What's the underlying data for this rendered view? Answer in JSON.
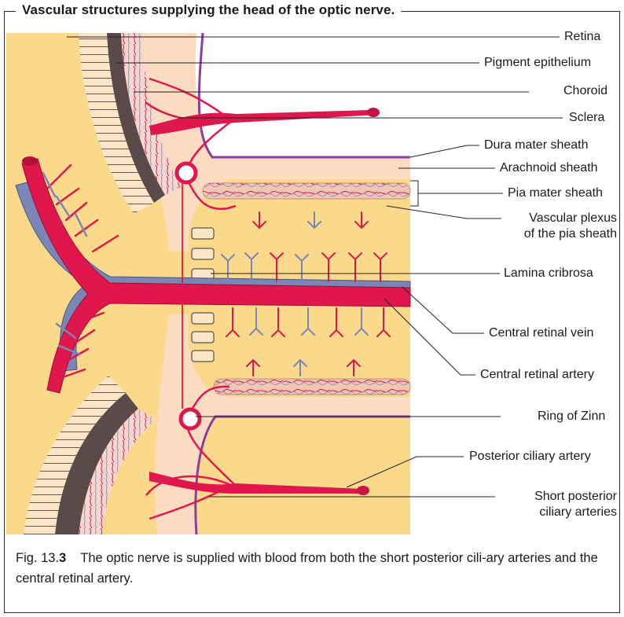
{
  "title": "Vascular structures supplying the head of the optic nerve.",
  "labels": {
    "retina": "Retina",
    "pigment_epithelium": "Pigment epithelium",
    "choroid": "Choroid",
    "sclera": "Sclera",
    "dura_mater_sheath": "Dura mater sheath",
    "arachnoid_sheath": "Arachnoid sheath",
    "pia_mater_sheath": "Pia mater sheath",
    "vascular_plexus_line1": "Vascular plexus",
    "vascular_plexus_line2": "of the pia sheath",
    "lamina_cribrosa": "Lamina cribrosa",
    "central_retinal_vein": "Central retinal vein",
    "central_retinal_artery": "Central retinal artery",
    "ring_of_zinn": "Ring of Zinn",
    "posterior_ciliary_artery": "Posterior ciliary artery",
    "short_posterior_line1": "Short posterior",
    "short_posterior_line2": "ciliary arteries"
  },
  "caption": {
    "fig_prefix": "Fig. 13.",
    "fig_number": "3",
    "text": "The optic nerve is supplied with blood from both the short posterior cili-ary arteries and the central retinal artery."
  },
  "colors": {
    "retina": "#fad98a",
    "sclera": "#fbdcc0",
    "pigment": "#5b4a4a",
    "artery": "#e0174d",
    "vein": "#7a86b6",
    "dura": "#8a3ea0",
    "plexus": "#e8b49a",
    "line": "#222222"
  }
}
